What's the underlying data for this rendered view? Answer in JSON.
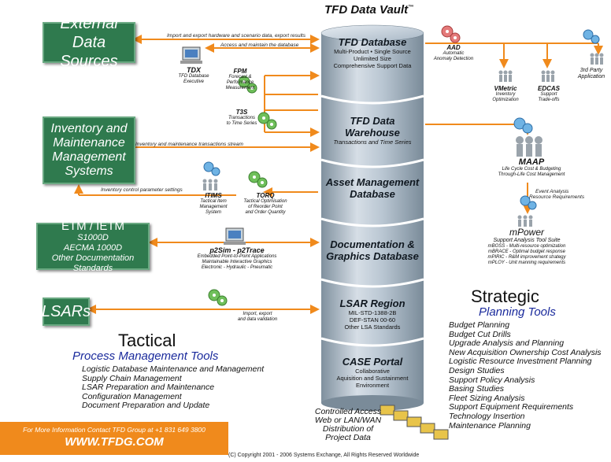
{
  "vault_title": "TFD Data Vault",
  "vault_tm": "™",
  "external": {
    "line1": "External Data",
    "line2": "Sources"
  },
  "inventory": {
    "line1": "Inventory and",
    "line2": "Maintenance",
    "line3": "Management",
    "line4": "Systems"
  },
  "etm": {
    "title": "ETM / IETM",
    "l1": "S1000D",
    "l2": "AECMA 1000D",
    "l3": "Other Documentation Standards"
  },
  "lsars": {
    "title": "LSARs"
  },
  "arrows": {
    "import_export": "Import and export hardware and scenario data, export results",
    "access_maintain": "Access and maintain the database",
    "inv_stream": "Inventory and maintenance transactions stream",
    "inv_control": "Inventory control parameter settings",
    "event_analysis_1": "Event Analysis",
    "event_analysis_2": "Resource Requirements"
  },
  "databases": [
    {
      "title": "TFD Database",
      "sub": [
        "Multi-Product • Single Source",
        "Unlimited Size",
        "Comprehensive Support Data"
      ]
    },
    {
      "title": "TFD Data Warehouse",
      "sub": [
        "Transactions and Time Series"
      ]
    },
    {
      "title": "Asset Management",
      "title2": "Database",
      "sub": []
    },
    {
      "title": "Documentation &",
      "title2": "Graphics Database",
      "sub": []
    },
    {
      "title": "LSAR Region",
      "sub": [
        "MIL-STD-1388-2B",
        "DEF-STAN 00-60",
        "Other LSA Standards"
      ]
    },
    {
      "title": "CASE Portal",
      "sub": [
        "Collaborative",
        "Aquisition and Sustainment",
        "Environment"
      ]
    }
  ],
  "tools": {
    "tdx": {
      "name": "TDX",
      "desc1": "TFD Database",
      "desc2": "Executive"
    },
    "fpm": {
      "name": "FPM",
      "desc1": "Forecast &",
      "desc2": "Performance",
      "desc3": "Measurement"
    },
    "t3s": {
      "name": "T3S",
      "desc1": "Transactions",
      "desc2": "to Time Series"
    },
    "aad": {
      "name": "AAD",
      "desc1": "Automatic",
      "desc2": "Anomaly Detection"
    },
    "third": {
      "name": "3rd Party",
      "desc1": "Application"
    },
    "vmetric": {
      "name": "VMetric",
      "desc1": "Inventory",
      "desc2": "Optimization"
    },
    "edcas": {
      "name": "EDCAS",
      "desc1": "Support",
      "desc2": "Trade-offs"
    },
    "maap": {
      "name": "MAAP",
      "desc1": "Life Cycle Cost & Budgeting",
      "desc2": "Through-Life Cost Management"
    },
    "itims": {
      "name": "ITIMS",
      "desc1": "Tactical Item",
      "desc2": "Management",
      "desc3": "System"
    },
    "torq": {
      "name": "TORQ",
      "desc1": "Tactical Optimisation",
      "desc2": "of Reorder Point",
      "desc3": "and Order Quantity"
    },
    "p2sim": {
      "name": "p2Sim - p2Trace",
      "desc1": "Embedded Point-to-Point Applications",
      "desc2": "Maintainable Interactive Graphics",
      "desc3": "Electronic - Hydraulic - Pneumatic"
    },
    "lsar_tool": {
      "desc1": "Import, export",
      "desc2": "and data validation"
    },
    "mpower": {
      "name": "mPower",
      "desc1": "Support Analysis Tool Suite",
      "items": [
        "mBOSS - Multi-resource optimization",
        "mBRACE - Optimal budget response",
        "mPIRIC - R&M improvement strategy",
        "mPLOY - Unit manning requirements"
      ]
    }
  },
  "tactical": {
    "heading": "Tactical",
    "sub": "Process Management Tools",
    "items": [
      "Logistic Database Maintenance and Management",
      "Supply Chain Management",
      "LSAR Preparation and Maintenance",
      "Configuration Management",
      "Document Preparation and Update"
    ]
  },
  "strategic": {
    "heading": "Strategic",
    "sub": "Planning Tools",
    "items": [
      "Budget Planning",
      "Budget Cut Drills",
      "Upgrade Analysis and Planning",
      "New Acquisition Ownership Cost Analysis",
      "Logistic Resource Investment Planning",
      "Design Studies",
      "Support Policy Analysis",
      "Basing Studies",
      "Fleet Sizing Analysis",
      "Support Equipment Requirements",
      "Technology Insertion",
      "Maintenance Planning"
    ]
  },
  "controlled": {
    "l1": "Controlled Access",
    "l2": "Web or LAN/WAN",
    "l3": "Distribution of",
    "l4": "Project Data"
  },
  "contact": {
    "line1": "For More Information Contact TFD Group at +1 831 649 3800",
    "line2": "WWW.TFDG.COM"
  },
  "copyright": "(C) Copyright 2001 - 2006 Systems Exchange, All Rights Reserved Worldwide",
  "colors": {
    "green": "#2f7a4e",
    "orange": "#f08a1c",
    "blue": "#1a2a9c",
    "cylinder": "#a9b8c6"
  }
}
